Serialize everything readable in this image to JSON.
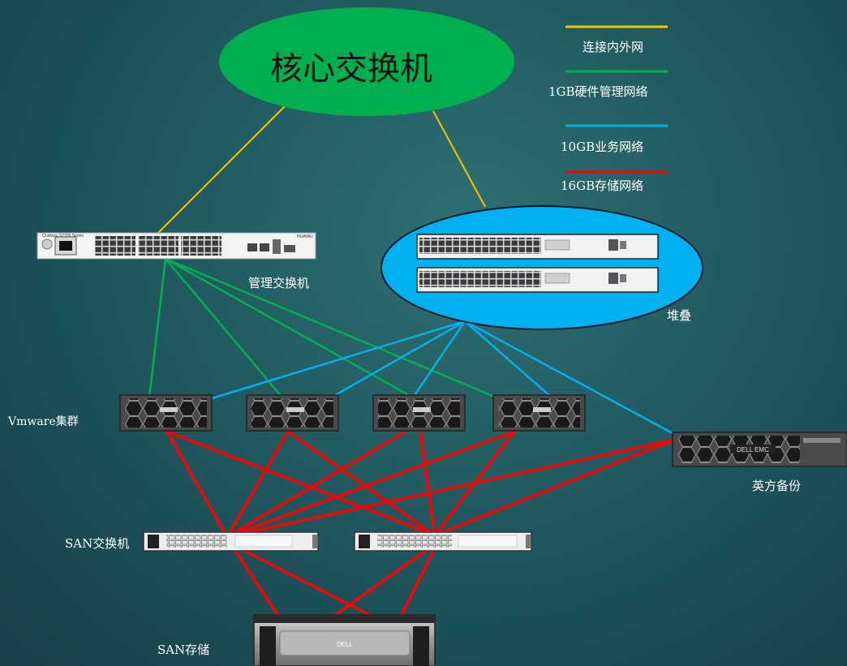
{
  "core_switch": {
    "label": "核心交换机",
    "color": "#00b050"
  },
  "legend": [
    {
      "label": "连接内外网",
      "color": "#f2c500"
    },
    {
      "label": "1GB硬件管理网络",
      "color": "#00b050"
    },
    {
      "label": "10GB业务网络",
      "color": "#00b0f0"
    },
    {
      "label": "16GB存储网络",
      "color": "#ff0000"
    }
  ],
  "mgmt_switch": {
    "label": "管理交换机",
    "brand_text": "Quidway S2700 Series",
    "vendor_text": "HUAWEI"
  },
  "stack": {
    "label": "堆叠",
    "color": "#00b0f0"
  },
  "vmware_cluster": {
    "label": "Vmware集群"
  },
  "backup_server": {
    "label": "英方备份",
    "brand_text": "DELL EMC"
  },
  "san_switch": {
    "label": "SAN交换机"
  },
  "san_storage": {
    "label": "SAN存储",
    "brand_text": "DELL"
  }
}
